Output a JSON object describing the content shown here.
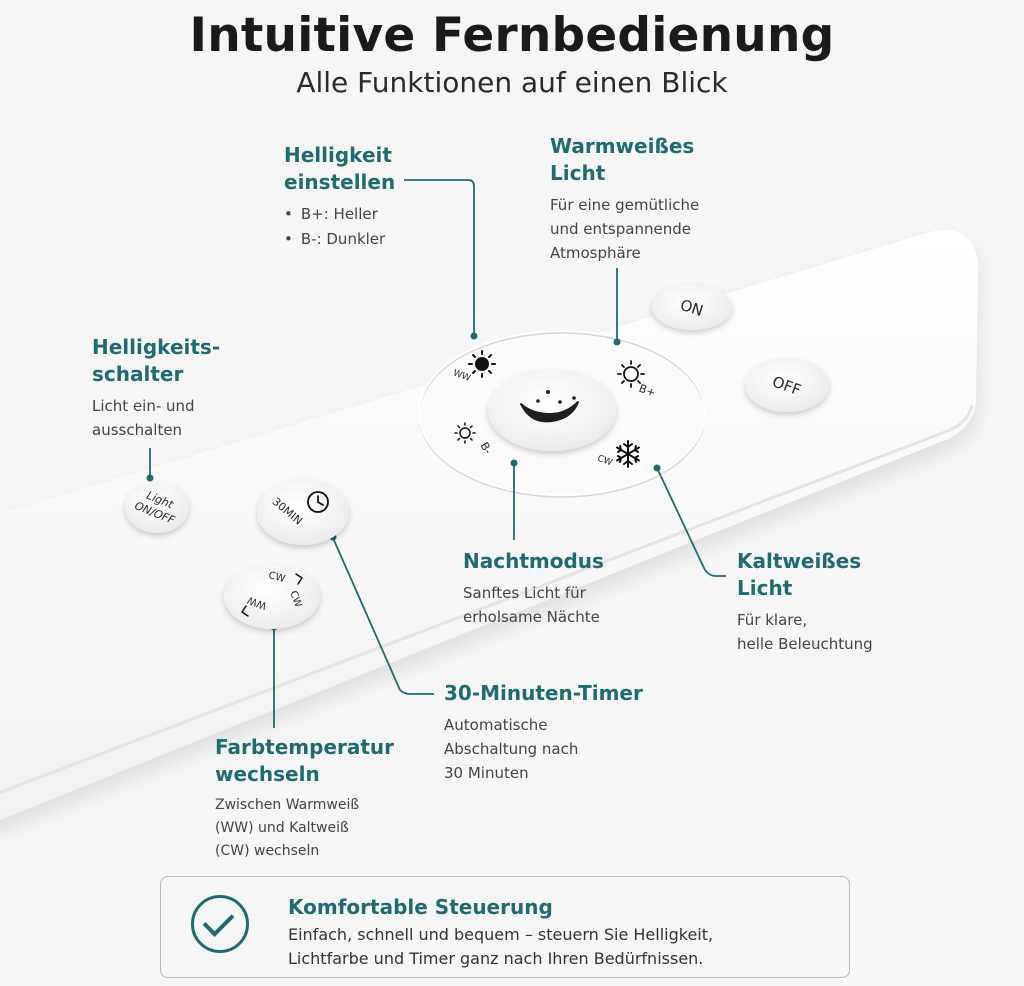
{
  "header": {
    "title": "Intuitive Fernbedienung",
    "subtitle": "Alle Funktionen auf einen Blick"
  },
  "remote": {
    "buttons": {
      "on": "ON",
      "off": "OFF",
      "light_line1": "Light",
      "light_line2": "ON/OFF",
      "timer": "30MIN",
      "ww_icon_label": "WW",
      "bplus_label": "B+",
      "bminus_label": "B-",
      "cw_icon_label": "CW",
      "cw_top": "CW",
      "cw_right": "CW",
      "ww_bottom": "WW"
    }
  },
  "callouts": {
    "helligkeit": {
      "title_line1": "Helligkeit",
      "title_line2": "einstellen",
      "items": [
        "B+: Heller",
        "B-: Dunkler"
      ]
    },
    "warmweiss": {
      "title_line1": "Warmweißes",
      "title_line2": "Licht",
      "text_line1": "Für eine gemütliche",
      "text_line2": "und entspannende",
      "text_line3": "Atmosphäre"
    },
    "schalter": {
      "title_line1": "Helligkeits-",
      "title_line2": "schalter",
      "text_line1": "Licht ein- und",
      "text_line2": "ausschalten"
    },
    "nacht": {
      "title": "Nachtmodus",
      "text_line1": "Sanftes Licht für",
      "text_line2": "erholsame Nächte"
    },
    "kaltweiss": {
      "title_line1": "Kaltweißes",
      "title_line2": "Licht",
      "text_line1": "Für klare,",
      "text_line2": "helle Beleuchtung"
    },
    "timer": {
      "title": "30-Minuten-Timer",
      "text_line1": "Automatische",
      "text_line2": "Abschaltung nach",
      "text_line3": "30 Minuten"
    },
    "farbe": {
      "title_line1": "Farbtemperatur",
      "title_line2": "wechseln",
      "text_line1": "Zwischen Warmweiß",
      "text_line2": "(WW) und Kaltweiß",
      "text_line3": "(CW) wechseln"
    }
  },
  "footer": {
    "title": "Komfortable Steuerung",
    "text_line1": "Einfach, schnell und bequem – steuern Sie Helligkeit,",
    "text_line2": "Lichtfarbe und Timer ganz nach Ihren Bedürfnissen."
  },
  "colors": {
    "accent": "#1f6b70",
    "background": "#f6f6f6",
    "title": "#1a1a1a"
  }
}
